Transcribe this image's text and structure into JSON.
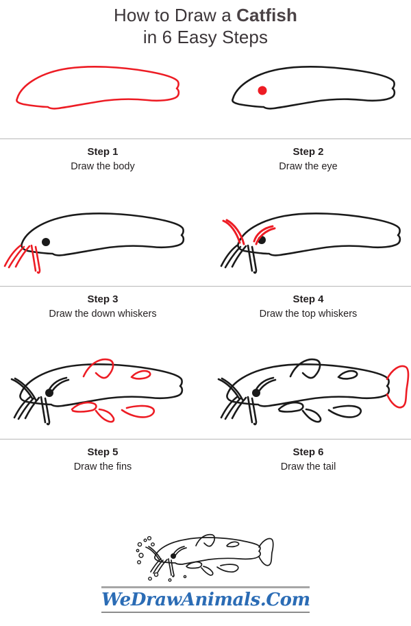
{
  "title": {
    "line1_prefix": "How to Draw a ",
    "line1_subject": "Catfish",
    "line2": "in 6 Easy Steps"
  },
  "steps": [
    {
      "title": "Step 1",
      "description": "Draw the body",
      "art": "body",
      "highlight": "#ed1c24"
    },
    {
      "title": "Step 2",
      "description": "Draw the eye",
      "art": "eye",
      "highlight": "#ed1c24"
    },
    {
      "title": "Step 3",
      "description": "Draw the down whiskers",
      "art": "down-whiskers",
      "highlight": "#ed1c24"
    },
    {
      "title": "Step 4",
      "description": "Draw the top whiskers",
      "art": "top-whiskers",
      "highlight": "#ed1c24"
    },
    {
      "title": "Step 5",
      "description": "Draw the fins",
      "art": "fins",
      "highlight": "#ed1c24"
    },
    {
      "title": "Step 6",
      "description": "Draw the tail",
      "art": "tail",
      "highlight": "#ed1c24"
    }
  ],
  "final_drawing": {
    "name": "completed-catfish",
    "has_bubbles": true
  },
  "footer": {
    "logo_text": "WeDrawAnimals.Com",
    "logo_color": "#2b6cb5"
  },
  "colors": {
    "ink": "#231f20",
    "highlight": "#ed1c24",
    "divider": "#b7b7b7",
    "title": "#3b3538",
    "background": "#ffffff"
  }
}
